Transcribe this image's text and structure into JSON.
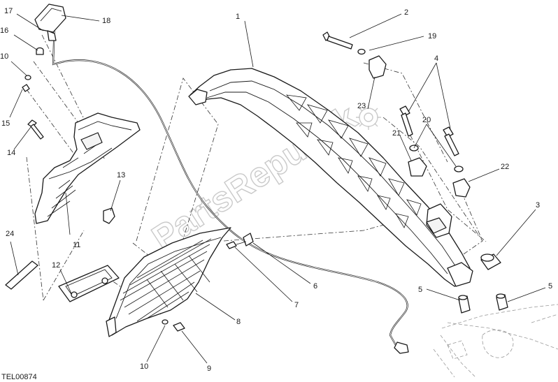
{
  "diagram": {
    "reference_code": "TEL00874",
    "watermark_text": "PartsRepublik",
    "callouts": [
      {
        "id": "c1",
        "label": "1"
      },
      {
        "id": "c2",
        "label": "2"
      },
      {
        "id": "c3",
        "label": "3"
      },
      {
        "id": "c4",
        "label": "4"
      },
      {
        "id": "c5a",
        "label": "5"
      },
      {
        "id": "c5b",
        "label": "5"
      },
      {
        "id": "c6",
        "label": "6"
      },
      {
        "id": "c7",
        "label": "7"
      },
      {
        "id": "c8",
        "label": "8"
      },
      {
        "id": "c9",
        "label": "9"
      },
      {
        "id": "c10a",
        "label": "10"
      },
      {
        "id": "c10b",
        "label": "10"
      },
      {
        "id": "c11",
        "label": "11"
      },
      {
        "id": "c12",
        "label": "12"
      },
      {
        "id": "c13",
        "label": "13"
      },
      {
        "id": "c14",
        "label": "14"
      },
      {
        "id": "c15",
        "label": "15"
      },
      {
        "id": "c16",
        "label": "16"
      },
      {
        "id": "c17",
        "label": "17"
      },
      {
        "id": "c18",
        "label": "18"
      },
      {
        "id": "c19",
        "label": "19"
      },
      {
        "id": "c20",
        "label": "20"
      },
      {
        "id": "c21",
        "label": "21"
      },
      {
        "id": "c22",
        "label": "22"
      },
      {
        "id": "c23",
        "label": "23"
      },
      {
        "id": "c24",
        "label": "24"
      }
    ]
  }
}
